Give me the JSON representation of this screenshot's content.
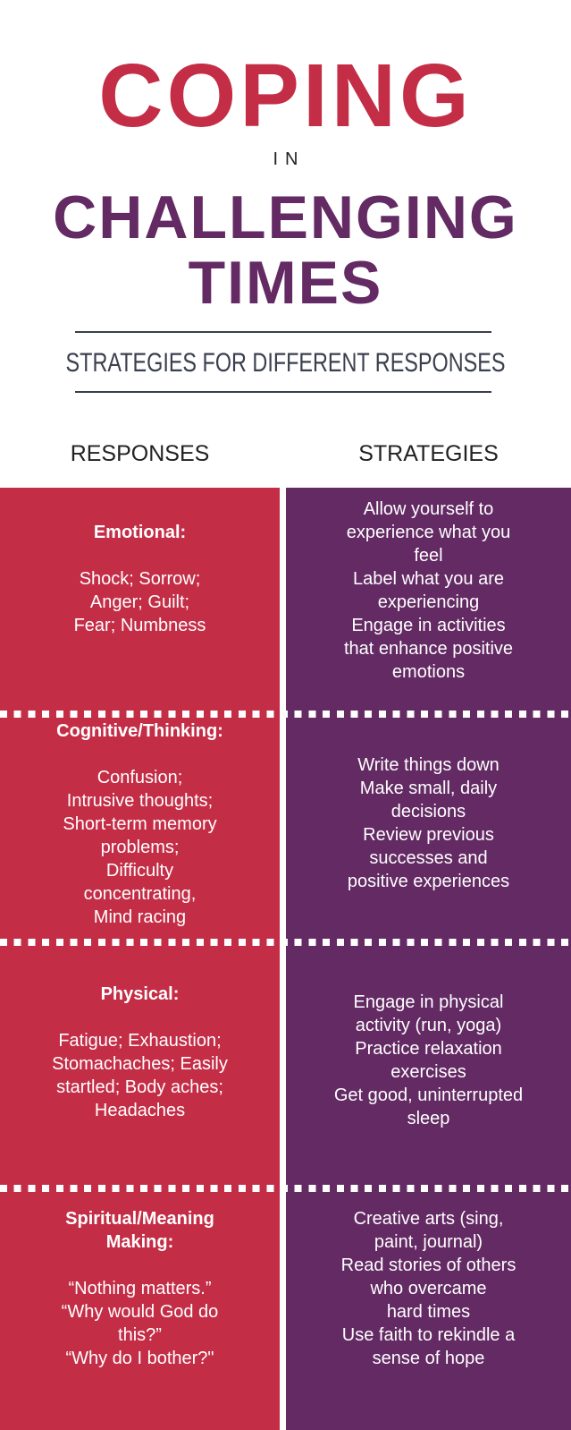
{
  "title": {
    "line1": "COPING",
    "line2": "IN",
    "line3": "CHALLENGING",
    "line4": "TIMES"
  },
  "subtitle": "STRATEGIES FOR DIFFERENT RESPONSES",
  "headers": {
    "responses": "RESPONSES",
    "strategies": "STRATEGIES"
  },
  "colors": {
    "red": "#c42d46",
    "purple": "#632a63",
    "dark": "#3a3f4e"
  },
  "rows": [
    {
      "title_lines": [
        "Emotional:"
      ],
      "response_lines": [
        "Shock; Sorrow;",
        "Anger; Guilt;",
        "Fear; Numbness"
      ],
      "strategy_lines": [
        "Allow yourself to",
        "experience what you",
        "feel",
        "Label what you are",
        "experiencing",
        "Engage in activities",
        "that enhance positive",
        "emotions"
      ]
    },
    {
      "title_lines": [
        "Cognitive/Thinking:"
      ],
      "response_lines": [
        "Confusion;",
        "Intrusive thoughts;",
        "Short-term memory",
        "problems;",
        "Difficulty",
        "concentrating,",
        "Mind racing"
      ],
      "strategy_lines": [
        "Write things down",
        "Make small, daily",
        "decisions",
        "Review previous",
        "successes and",
        "positive experiences"
      ]
    },
    {
      "title_lines": [
        "Physical:"
      ],
      "response_lines": [
        "Fatigue; Exhaustion;",
        "Stomachaches; Easily",
        "startled; Body aches;",
        "Headaches"
      ],
      "strategy_lines": [
        "Engage in physical",
        "activity (run, yoga)",
        "Practice relaxation",
        "exercises",
        "Get good, uninterrupted",
        "sleep"
      ]
    },
    {
      "title_lines": [
        "Spiritual/Meaning",
        "Making:"
      ],
      "response_lines": [
        "“Nothing matters.”",
        "“Why would God do",
        "this?”",
        "“Why do I bother?\""
      ],
      "strategy_lines": [
        "Creative arts (sing,",
        "paint, journal)",
        "Read stories of others",
        "who overcame",
        "hard times",
        "Use faith to rekindle a",
        "sense of hope"
      ]
    }
  ]
}
